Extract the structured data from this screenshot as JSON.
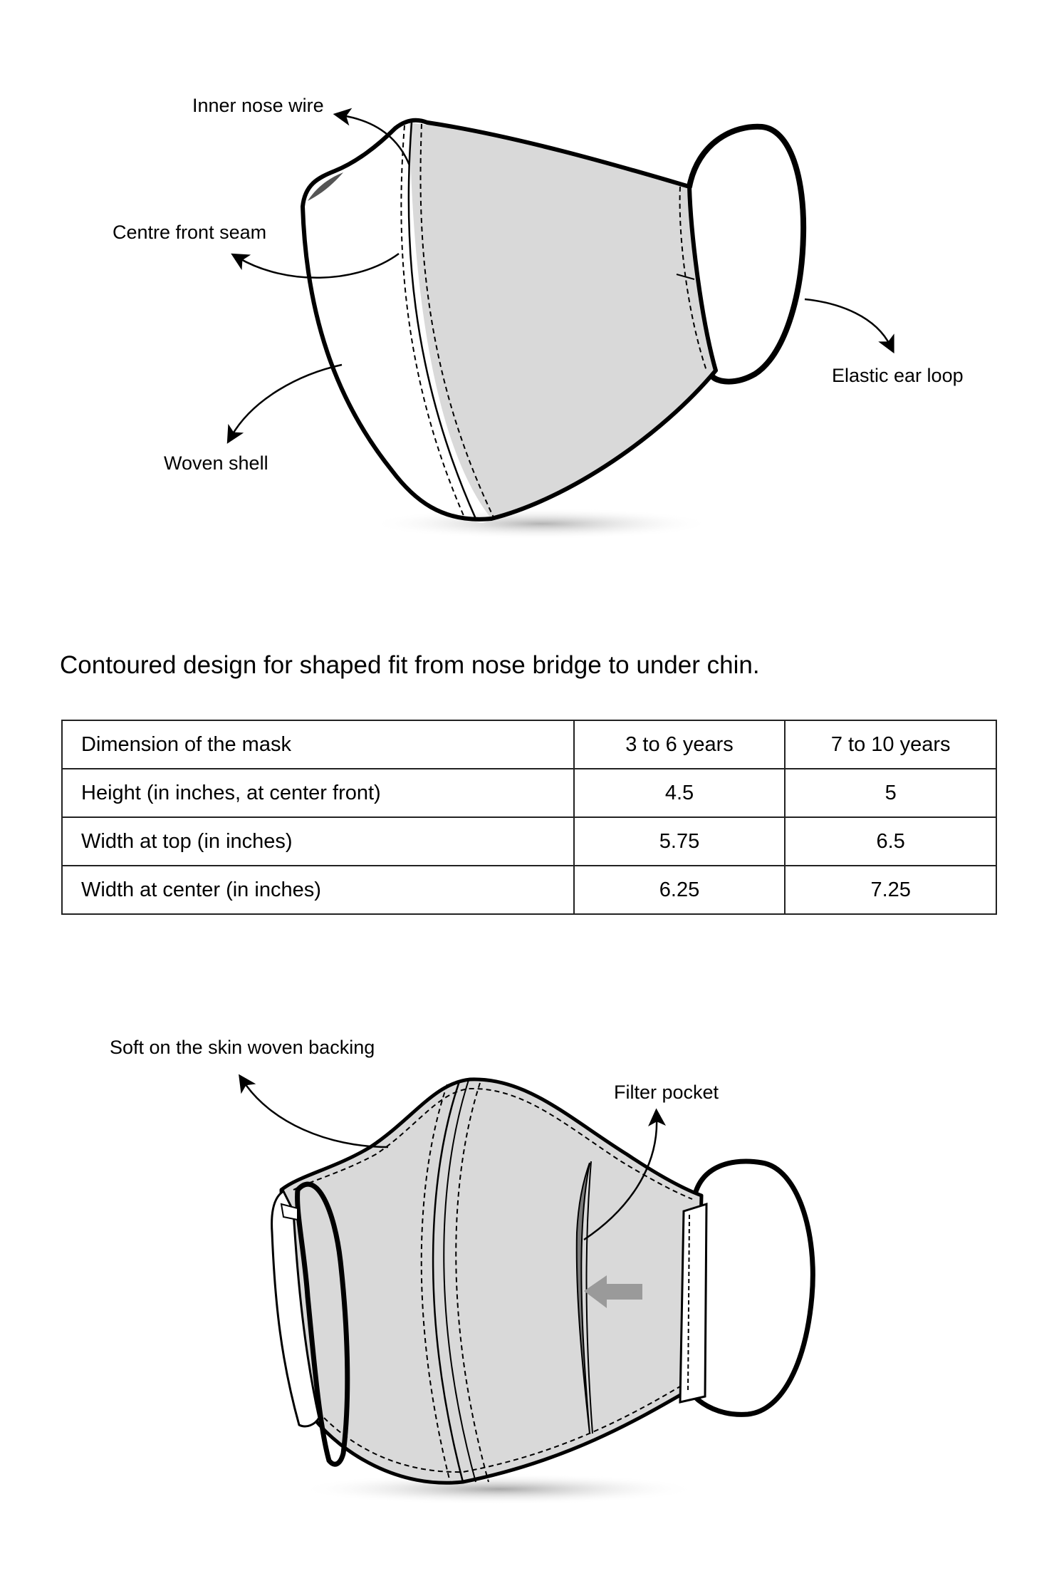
{
  "top_diagram": {
    "callouts": {
      "inner_nose_wire": "Inner nose wire",
      "centre_front_seam": "Centre front seam",
      "woven_shell": "Woven shell",
      "elastic_ear_loop": "Elastic ear loop"
    }
  },
  "tagline": "Contoured design for shaped fit from nose bridge to under chin.",
  "size_table": {
    "headers": [
      "Dimension of the mask",
      "3 to 6 years",
      "7 to 10 years"
    ],
    "rows": [
      [
        "Height (in inches, at center front)",
        "4.5",
        "5"
      ],
      [
        "Width at top (in inches)",
        "5.75",
        "6.5"
      ],
      [
        "Width at center (in inches)",
        "6.25",
        "7.25"
      ]
    ]
  },
  "bottom_diagram": {
    "callouts": {
      "woven_backing": "Soft on the skin woven backing",
      "filter_pocket": "Filter pocket"
    }
  },
  "colors": {
    "fabric_grey": "#d9d9d9",
    "outline": "#000000",
    "pocket_arrow": "#9a9a9a"
  }
}
